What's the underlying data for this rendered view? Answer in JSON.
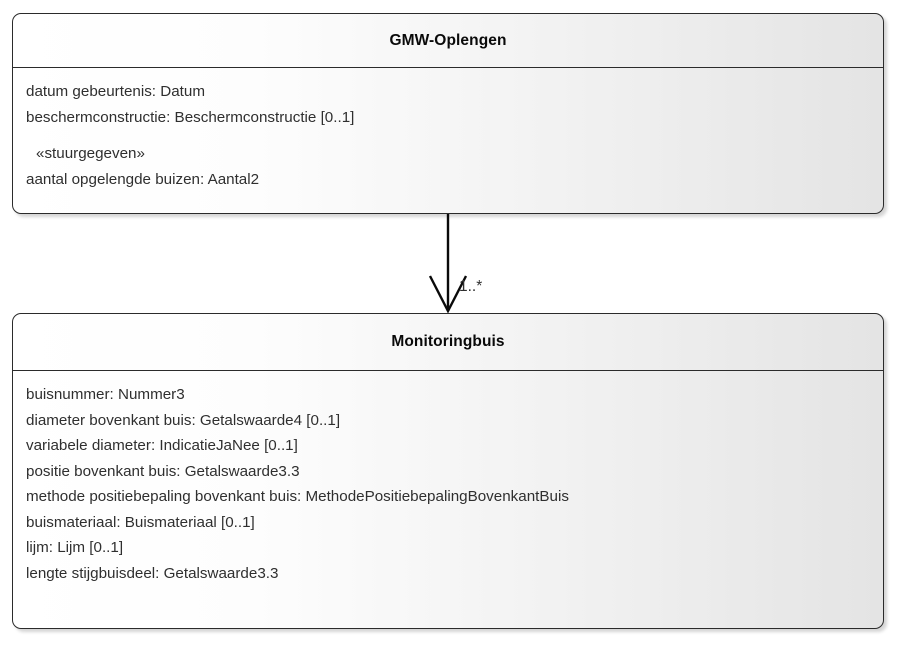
{
  "diagram": {
    "type": "uml-class-diagram",
    "classes": [
      {
        "id": "gmw-oplengen",
        "name": "GMW-Oplengen",
        "attributes": [
          {
            "text": "datum gebeurtenis: Datum",
            "stereotype": false
          },
          {
            "text": "beschermconstructie: Beschermconstructie [0..1]",
            "stereotype": false
          },
          {
            "text": "«stuurgegeven»",
            "stereotype": true
          },
          {
            "text": "aantal opgelengde buizen: Aantal2",
            "stereotype": false
          }
        ]
      },
      {
        "id": "monitoringbuis",
        "name": "Monitoringbuis",
        "attributes": [
          {
            "text": "buisnummer: Nummer3",
            "stereotype": false
          },
          {
            "text": "diameter bovenkant buis: Getalswaarde4 [0..1]",
            "stereotype": false
          },
          {
            "text": "variabele diameter: IndicatieJaNee [0..1]",
            "stereotype": false
          },
          {
            "text": "positie bovenkant buis: Getalswaarde3.3",
            "stereotype": false
          },
          {
            "text": "methode positiebepaling bovenkant buis: MethodePositiebepalingBovenkantBuis",
            "stereotype": false
          },
          {
            "text": "buismateriaal: Buismateriaal [0..1]",
            "stereotype": false
          },
          {
            "text": "lijm: Lijm [0..1]",
            "stereotype": false
          },
          {
            "text": "lengte stijgbuisdeel: Getalswaarde3.3",
            "stereotype": false
          }
        ]
      }
    ],
    "association": {
      "from": "gmw-oplengen",
      "to": "monitoringbuis",
      "multiplicity": "1..*",
      "arrow": "open"
    },
    "colors": {
      "border": "#2b2b2b",
      "text": "#2f2f2f",
      "title_text": "#0a0a0a",
      "fill_left": "#ffffff",
      "fill_right": "#e4e4e4",
      "connector": "#0a0a0a",
      "background": "#ffffff"
    }
  }
}
